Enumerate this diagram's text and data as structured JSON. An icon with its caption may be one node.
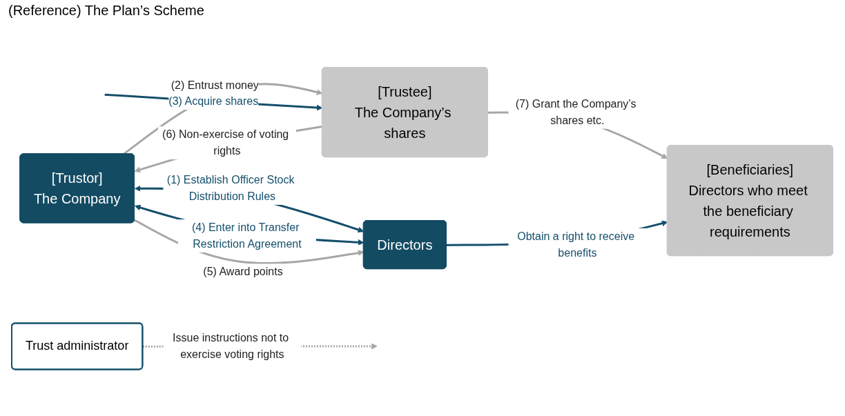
{
  "diagram": {
    "title": "(Reference) The Plan’s Scheme",
    "nodes": [
      {
        "text": [
          "[Trustor]",
          "The Company"
        ]
      },
      {
        "text": [
          "Directors"
        ]
      },
      {
        "text": [
          "Trust administrator"
        ]
      },
      {
        "text": [
          "[Trustee]",
          "The Company’s shares"
        ]
      },
      {
        "text": [
          "[Beneficiaries]",
          "Directors who meet the beneficiary requirements"
        ]
      }
    ],
    "edges": [
      {
        "from": 0,
        "to": 1,
        "arrow": "both",
        "label": "(1) Establish Officer Stock Distribution Rules",
        "color": "#144f6b"
      },
      {
        "from": 0,
        "to": 1,
        "arrow": "both",
        "label": "(4) Enter into Transfer Restriction Agreement",
        "color": "#144f6b"
      },
      {
        "from": 0,
        "to": 1,
        "arrow": "to",
        "label": "(5) Award points"
      },
      {
        "from": 0,
        "to": 3,
        "arrow": "to",
        "label": "(2) Entrust money"
      },
      {
        "from": 3,
        "to": 0,
        "arrow": "to",
        "label": "(6) Non-exercise of voting rights"
      },
      {
        "from": 2,
        "to": null,
        "arrow": "to",
        "label": "Issue instructions not to exercise voting rights",
        "style": "dashed"
      },
      {
        "from": 3,
        "to": 4,
        "arrow": "to",
        "label": "(7) Grant the Company’s shares etc."
      },
      {
        "from": 1,
        "to": 4,
        "arrow": "to",
        "label": "Obtain a right to receive benefits",
        "color": "#144f6b"
      },
      {
        "from": null,
        "to": 3,
        "arrow": "to",
        "label": "(3) Acquire shares",
        "color": "#144f6b"
      }
    ]
  }
}
